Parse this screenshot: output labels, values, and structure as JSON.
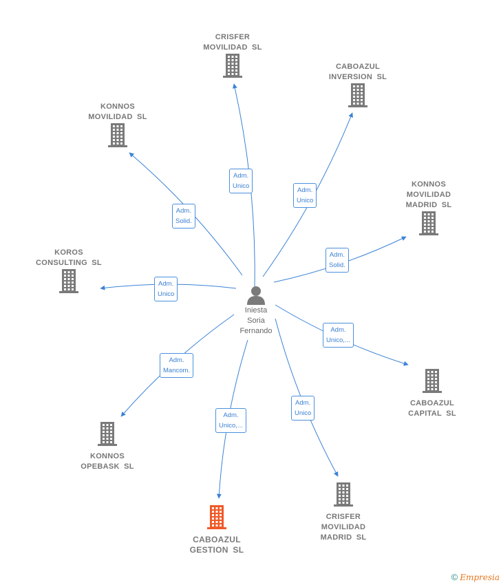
{
  "center": {
    "name": "Iniesta\nSoria\nFernando",
    "icon": "person-icon"
  },
  "nodes": [
    {
      "id": "crisfer-movilidad",
      "name": "CRISFER\nMOVILIDAD  SL",
      "role": "Adm.\nUnico",
      "highlight": false
    },
    {
      "id": "caboazul-inversion",
      "name": "CABOAZUL\nINVERSION  SL",
      "role": "Adm.\nUnico",
      "highlight": false
    },
    {
      "id": "konnos-movilidad",
      "name": "KONNOS\nMOVILIDAD  SL",
      "role": "Adm.\nSolid.",
      "highlight": false
    },
    {
      "id": "konnos-movilidad-madrid",
      "name": "KONNOS\nMOVILIDAD\nMADRID  SL",
      "role": "Adm.\nSolid.",
      "highlight": false
    },
    {
      "id": "koros-consulting",
      "name": "KOROS\nCONSULTING SL",
      "role": "Adm.\nUnico",
      "highlight": false
    },
    {
      "id": "caboazul-capital",
      "name": "CABOAZUL\nCAPITAL  SL",
      "role": "Adm.\nUnico,...",
      "highlight": false
    },
    {
      "id": "konnos-opebask",
      "name": "KONNOS\nOPEBASK  SL",
      "role": "Adm.\nMancom.",
      "highlight": false
    },
    {
      "id": "crisfer-movilidad-madrid",
      "name": "CRISFER\nMOVILIDAD\nMADRID  SL",
      "role": "Adm.\nUnico",
      "highlight": false
    },
    {
      "id": "caboazul-gestion",
      "name": "CABOAZUL\nGESTION  SL",
      "role": "Adm.\nUnico,...",
      "highlight": true
    }
  ],
  "colors": {
    "edge": "#3b82d6",
    "building": "#7a7a7a",
    "building_highlight": "#f05a28",
    "person": "#7a7a7a"
  },
  "footer": {
    "copyright": "©",
    "brand": "Empresia"
  }
}
